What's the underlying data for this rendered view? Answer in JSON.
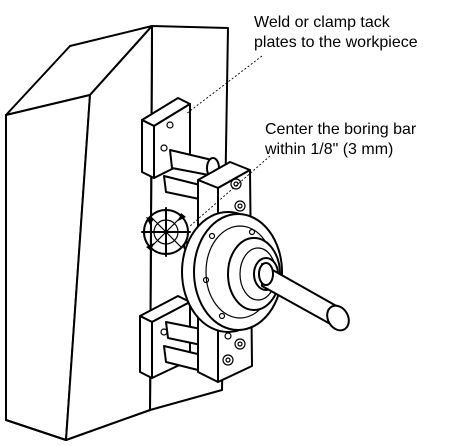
{
  "callouts": [
    {
      "lines": [
        "Weld or clamp tack",
        "plates to the workpiece"
      ]
    },
    {
      "lines": [
        "Center the boring bar",
        "within 1/8\" (3 mm)"
      ]
    }
  ],
  "colors": {
    "ink": "#000000",
    "paper": "#ffffff"
  }
}
